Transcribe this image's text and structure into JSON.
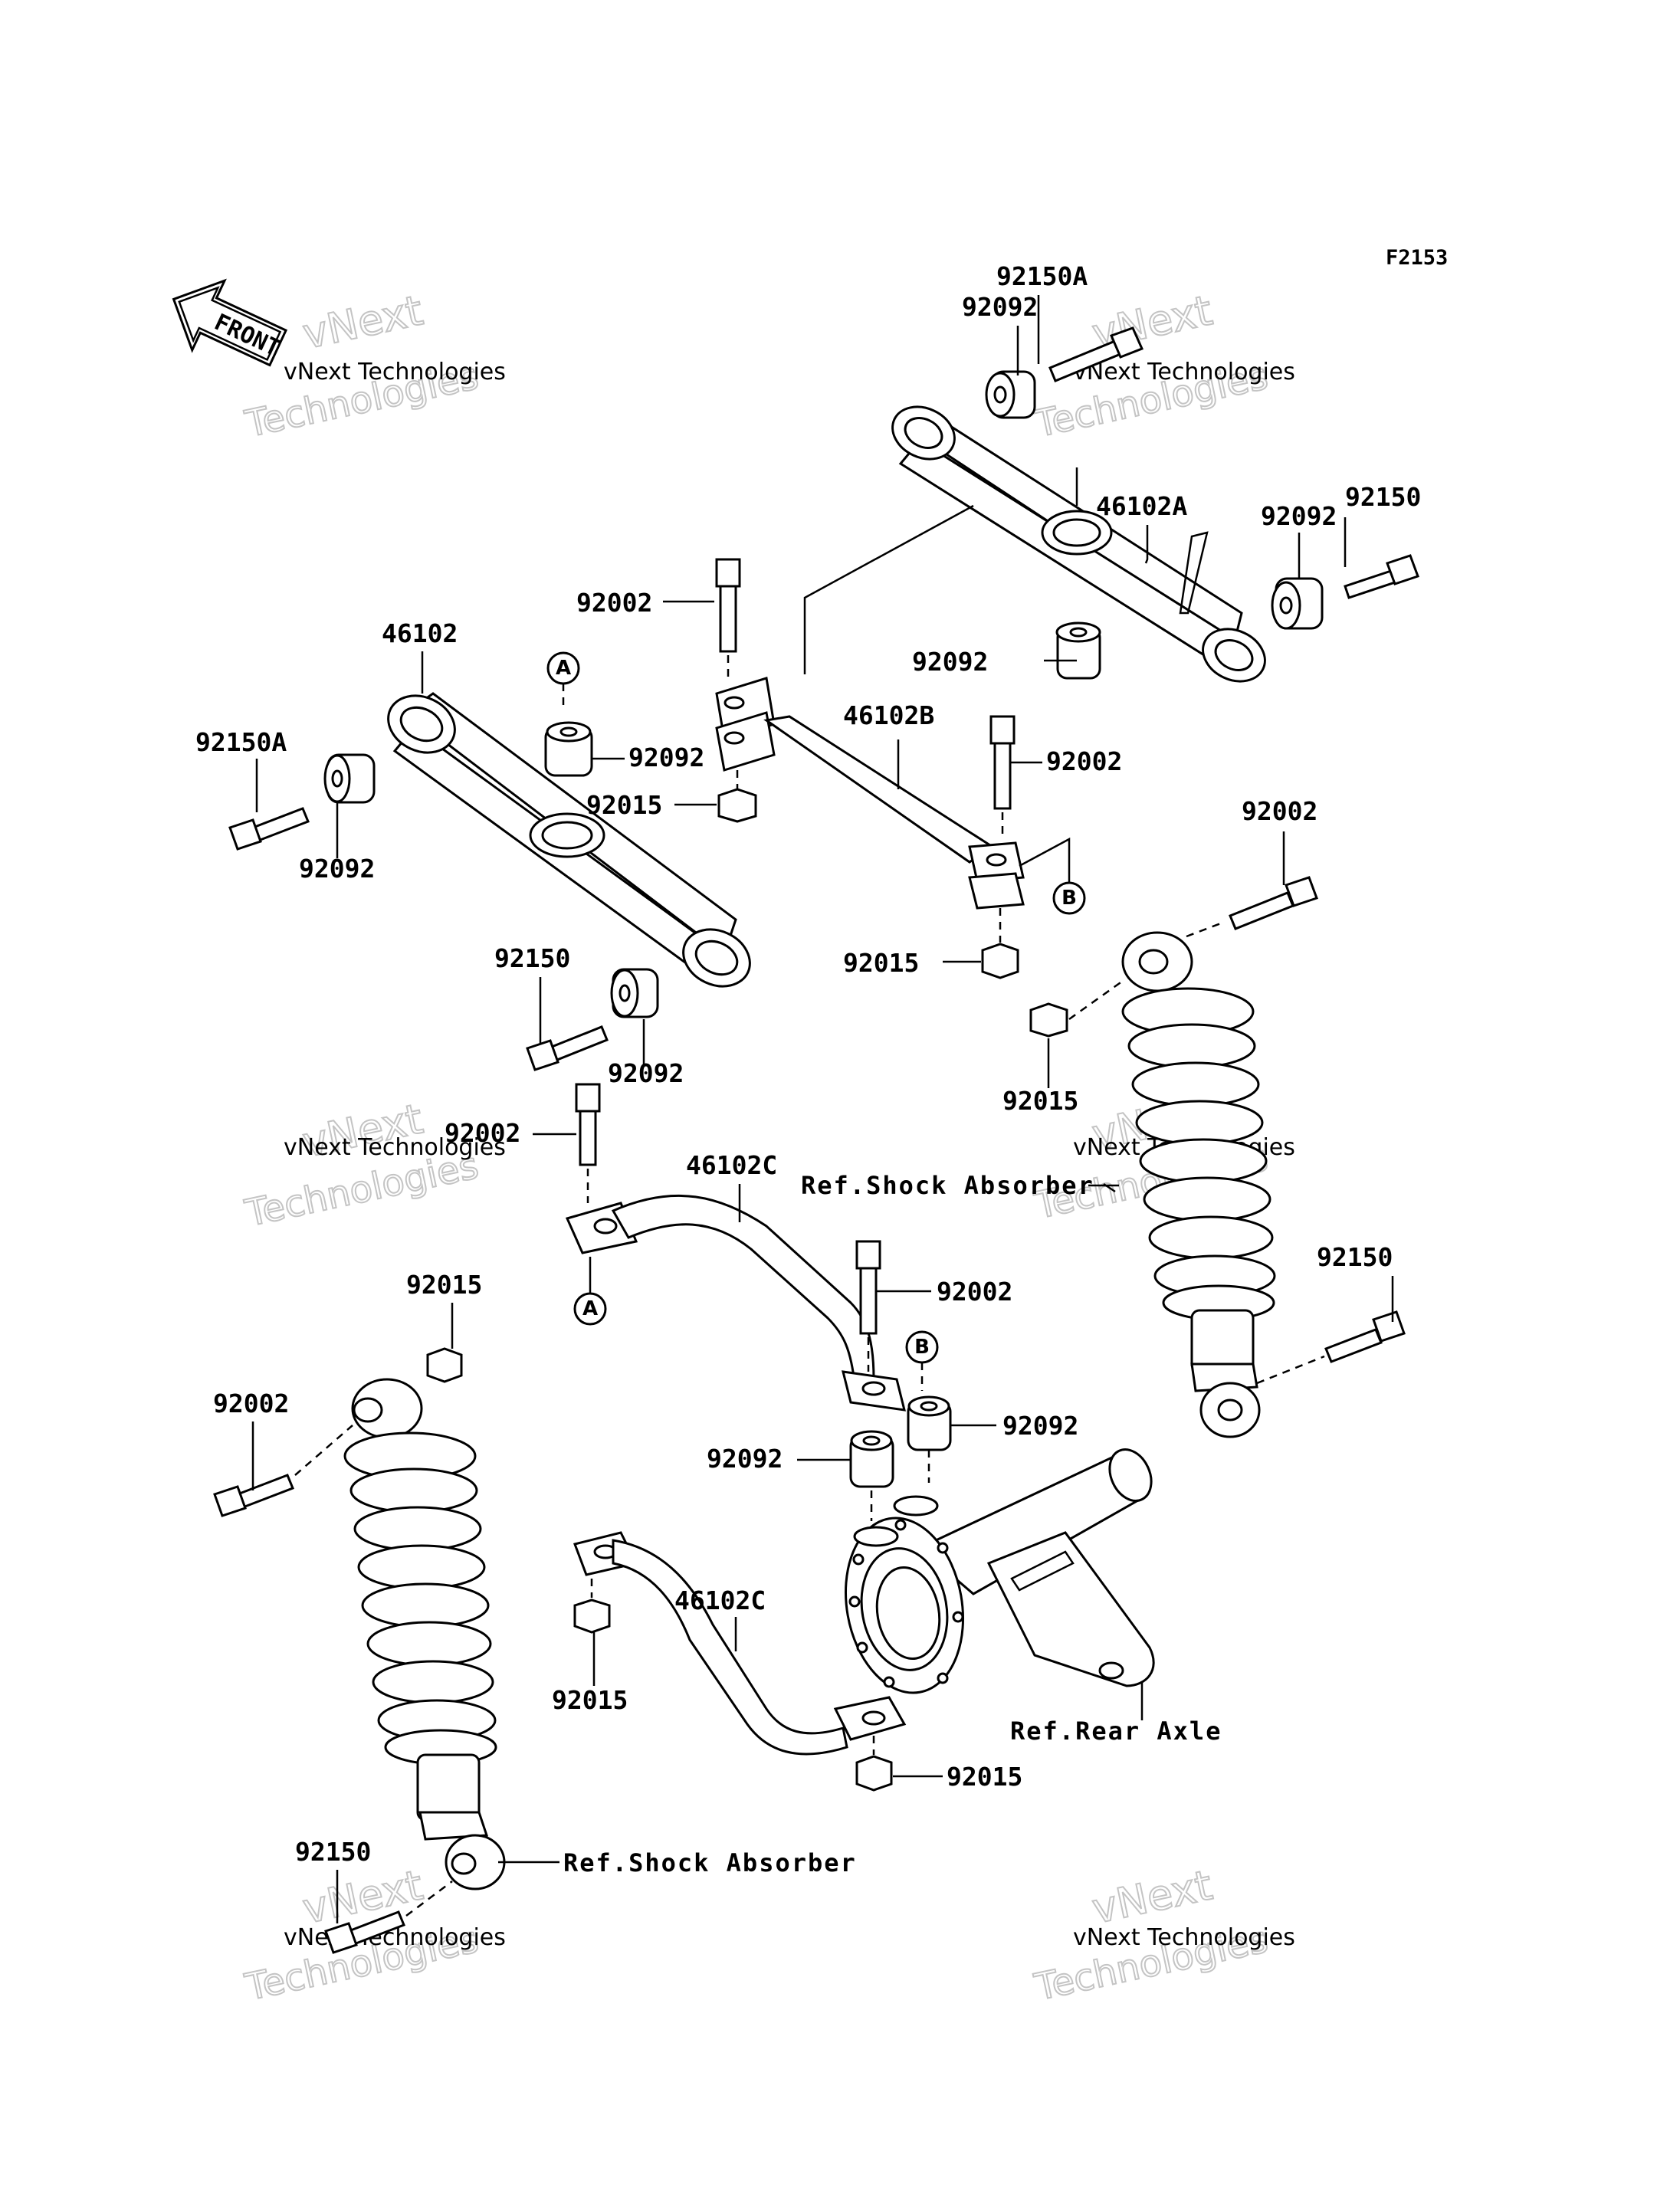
{
  "figure_code": "F2153",
  "front_label": "FRONT",
  "watermark": {
    "line1": "vNext Technologies",
    "line2": "vNext",
    "line3": "Technologies"
  },
  "circle_refs": {
    "a": "A",
    "b": "B"
  },
  "labels": {
    "p92150A_top": "92150A",
    "p92092_top": "92092",
    "p46102A": "46102A",
    "p92150_right_top": "92150",
    "p92092_right_top": "92092",
    "p92002_upper": "92002",
    "p92092_mid_upper": "92092",
    "p46102": "46102",
    "p92092_a": "92092",
    "p92150A_left": "92150A",
    "p92015_a": "92015",
    "p46102B": "46102B",
    "p92002_b": "92002",
    "p92092_left": "92092",
    "p92002_right": "92002",
    "p92150_left": "92150",
    "p92015_b": "92015",
    "p92092_lower_left": "92092",
    "p92015_right": "92015",
    "p92002_mid": "92002",
    "p46102C_upper": "46102C",
    "p92150_right_lower": "92150",
    "p92015_left_lower": "92015",
    "p92002_c": "92002",
    "p92002_left_lower": "92002",
    "p92092_c": "92092",
    "p92092_d": "92092",
    "p46102C_lower": "46102C",
    "p92015_bottom_left": "92015",
    "p92015_bottom": "92015",
    "p92150_bottom_left": "92150"
  },
  "refs": {
    "shock_absorber_upper": "Ref.Shock Absorber",
    "rear_axle": "Ref.Rear Axle",
    "shock_absorber_lower": "Ref.Shock Absorber"
  }
}
